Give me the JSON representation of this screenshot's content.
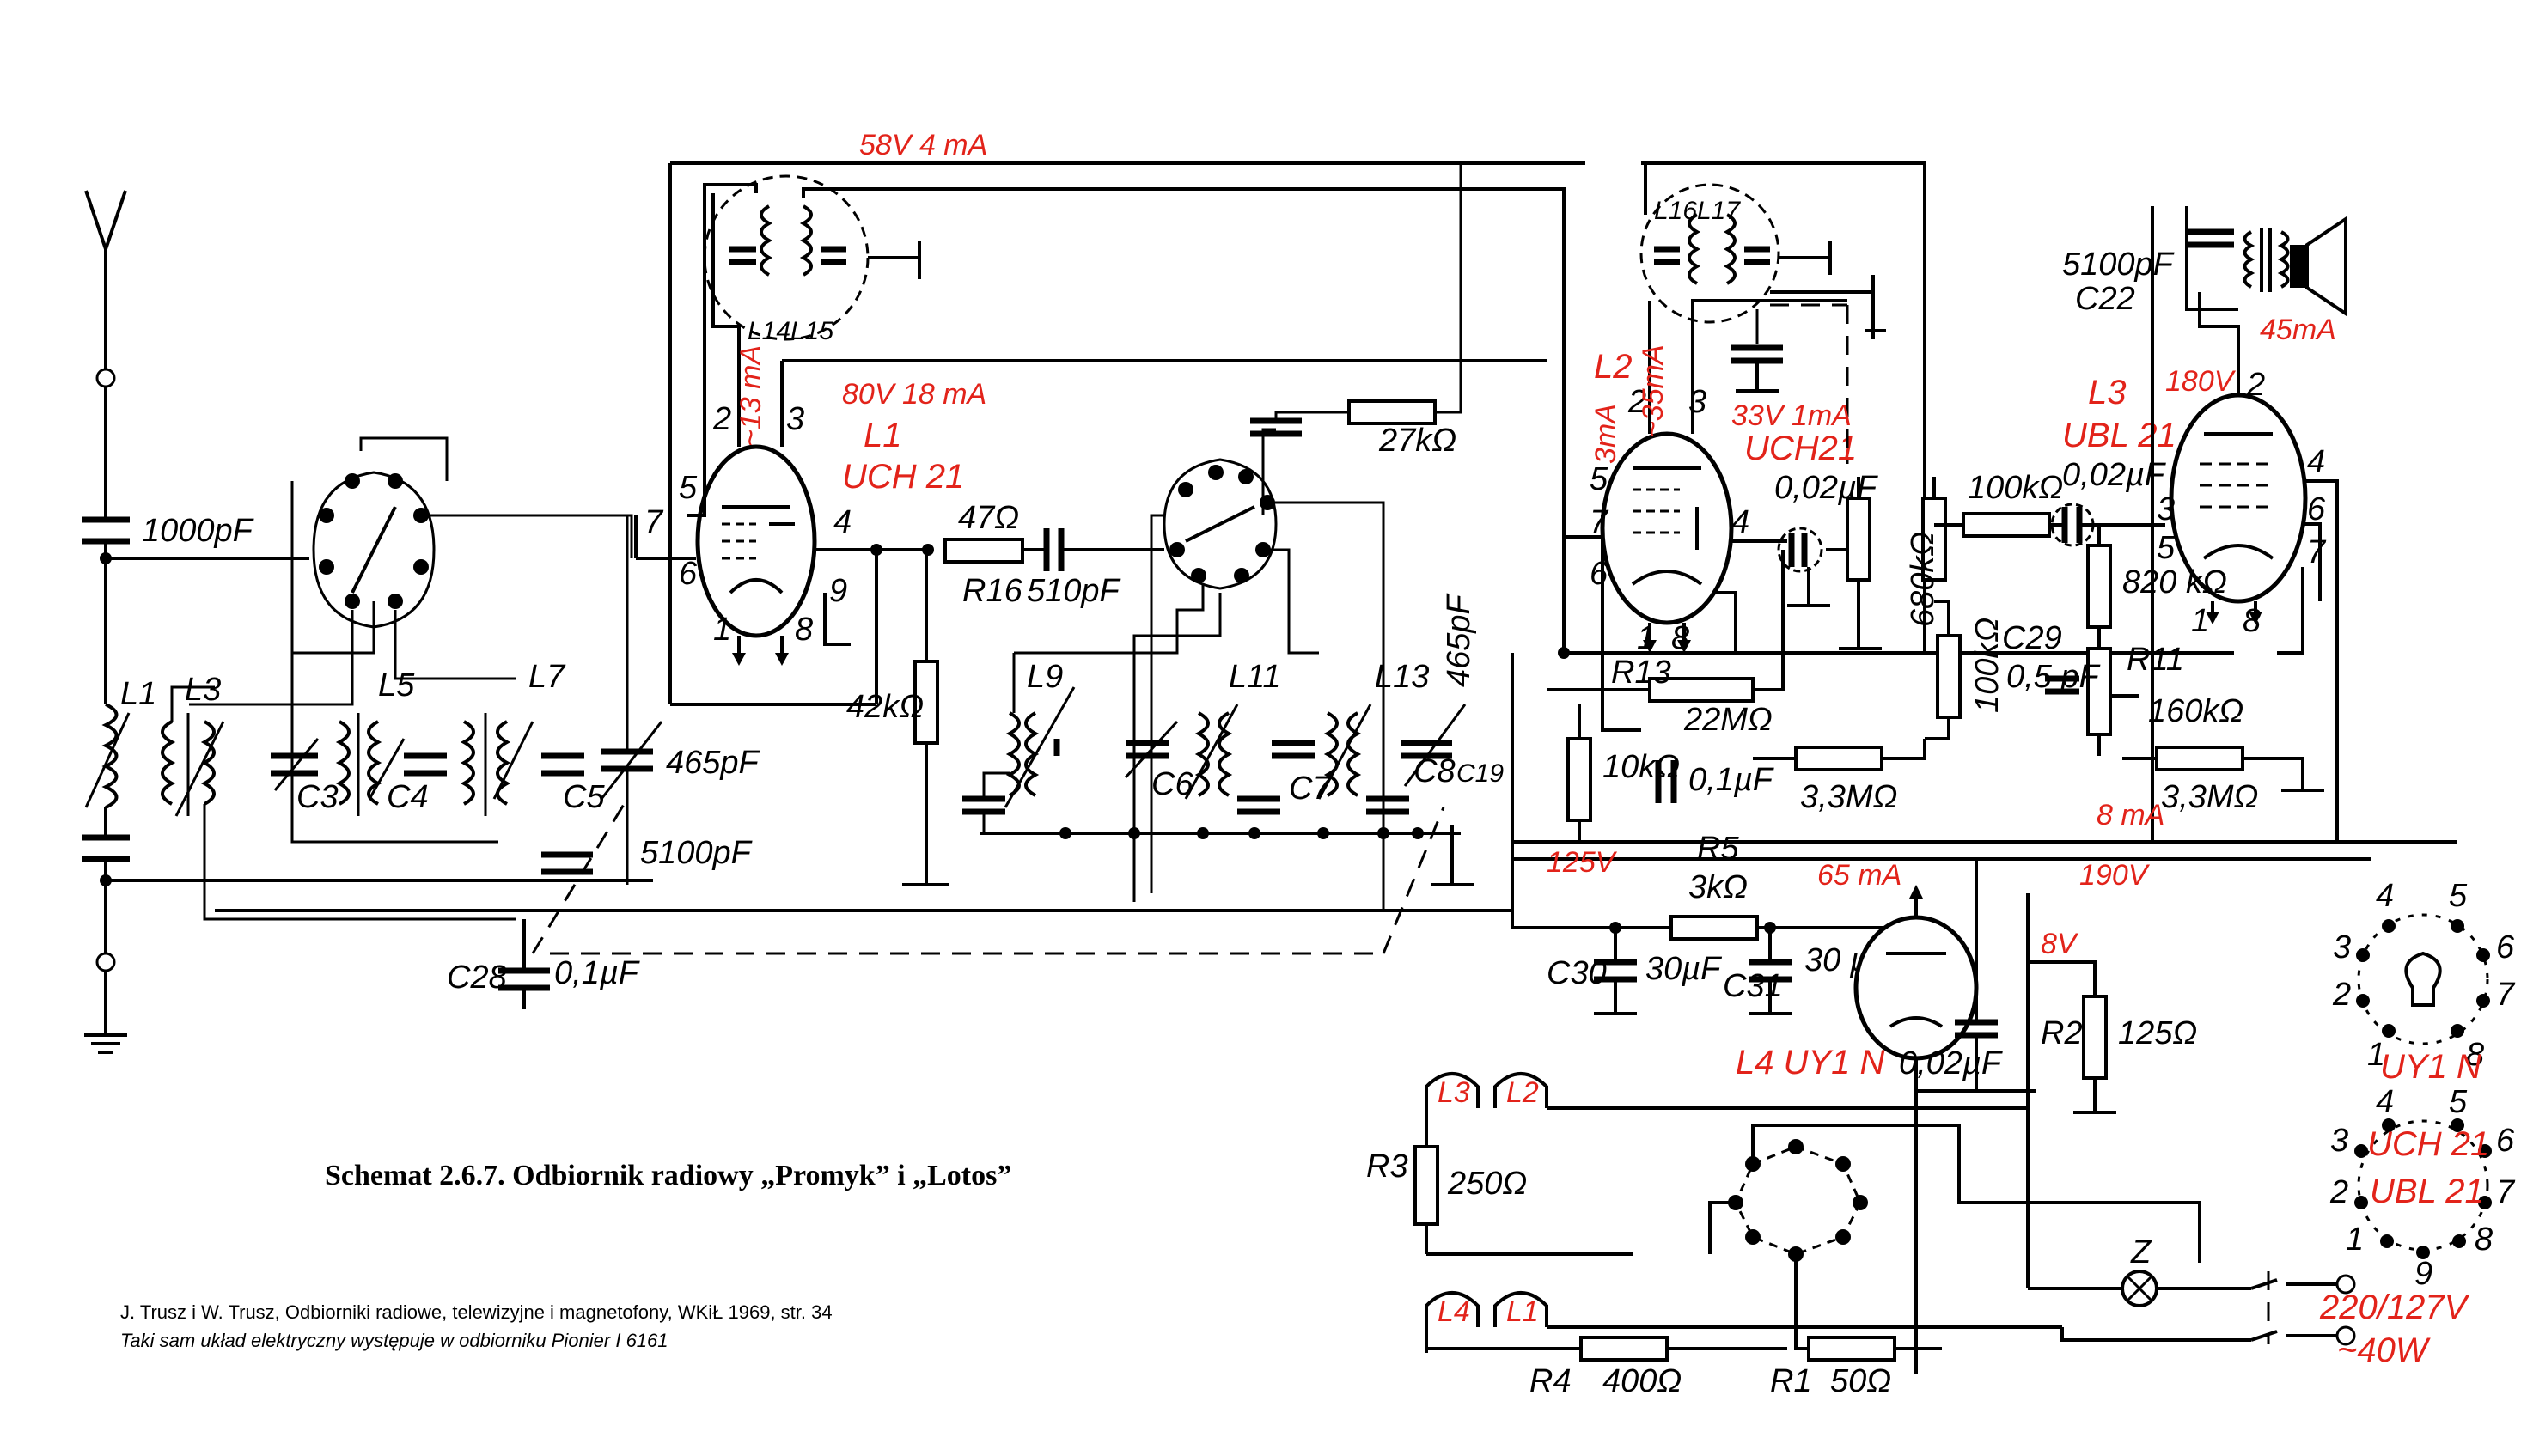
{
  "caption": "Schemat 2.6.7. Odbiornik radiowy „Promyk” i „Lotos”",
  "source_line": "J. Trusz i W. Trusz, Odbiorniki radiowe, telewizyjne i magnetofony, WKiŁ 1969, str. 34",
  "note_line": "Taki sam układ elektryczny występuje w odbiorniku Pionier I 6161",
  "component_labels": {
    "c_1000pf": "1000pF",
    "l1": "L1",
    "l3": "L3",
    "l5": "L5",
    "l7": "L7",
    "c3": "C3",
    "c4": "C4",
    "c5": "C5",
    "c_465pf_a": "465pF",
    "c_5100pf": "5100pF",
    "c28": "C28",
    "c28_val": "0,1µF",
    "r16": "R16",
    "r16_val": "47Ω",
    "c_510pf": "510pF",
    "r_42k": "42kΩ",
    "r_27k": "27kΩ",
    "l9": "L9",
    "l11": "L11",
    "l13": "L13",
    "c6": "C6",
    "c7": "C7",
    "c8": "C8",
    "c19": "C19",
    "c_465pf_b": "465pF",
    "l14": "L14",
    "l15": "L15",
    "l16": "L16",
    "l17": "L17",
    "c_002uf_a": "0,02µF",
    "r_680k": "680kΩ",
    "r13": "R13",
    "r13_val": "22MΩ",
    "r_10k": "10kΩ",
    "c_01uf": "0,1µF",
    "r_33m_a": "3,3MΩ",
    "r_100k_a": "100kΩ",
    "c_002uf_b": "0,02µF",
    "c_5100pf_c22": "5100pF",
    "c22": "C22",
    "r_820k": "820 kΩ",
    "r_100k_b": "100kΩ",
    "c29": "C29",
    "c29_val": "0,5 pF",
    "r11": "R11",
    "r_160k": "160kΩ",
    "r_33m_b": "3,3MΩ",
    "r5": "R5",
    "r5_val": "3kΩ",
    "c30": "C30",
    "c30_val": "30µF",
    "c31": "C31",
    "c31_val": "30 µF",
    "c_002uf_c": "0,02µF",
    "r2": "R2",
    "r2_val": "125Ω",
    "r3": "R3",
    "r3_val": "250Ω",
    "r4": "R4",
    "r4_val": "400Ω",
    "r1": "R1",
    "r1_val": "50Ω",
    "lamp_z": "Z",
    "mains_v": "220/127V",
    "mains_w": "~40W"
  },
  "pin_labels": {
    "l1_pins": [
      "2",
      "3",
      "5",
      "4",
      "7",
      "6",
      "1",
      "8",
      "9"
    ],
    "l2_pins": [
      "2",
      "3",
      "5",
      "7",
      "6",
      "4",
      "1",
      "8"
    ],
    "l3_pins": [
      "2",
      "4",
      "5",
      "6",
      "3",
      "7",
      "1",
      "8"
    ]
  },
  "tube_names": {
    "l1_id": "L1",
    "l1_type": "UCH 21",
    "l2_id": "L2",
    "l2_type": "UCH21",
    "l3_id": "L3",
    "l3_type": "UBL 21",
    "l4_label": "L4  UY1 N"
  },
  "red_annotations": {
    "v58": "58V 4 mA",
    "v80": "80V 18 mA",
    "ma13": "~13 mA",
    "ma3": "3mA",
    "ma35": "~35mA",
    "v33": "33V  1mA",
    "v180": "180V",
    "ma45": "45mA",
    "v125": "125V",
    "ma65": "65 mA",
    "v190": "190V",
    "ma8": "8 mA",
    "v8": "8V",
    "fil_l3": "L3",
    "fil_l2": "L2",
    "fil_l4": "L4",
    "fil_l1": "L1"
  },
  "socket_uy1n": {
    "pins_top": [
      "4",
      "5"
    ],
    "pins_left": [
      "3",
      "2",
      "1"
    ],
    "pins_right": [
      "6",
      "7",
      "8"
    ],
    "label": "UY1 N"
  },
  "socket_uch_ubl": {
    "pins_top": [
      "4",
      "5"
    ],
    "pins_left": [
      "3",
      "2",
      "1"
    ],
    "pins_right": [
      "6",
      "7",
      "8"
    ],
    "pin_bottom": "9",
    "label_a": "UCH 21",
    "label_b": "UBL 21"
  },
  "colors": {
    "ink": "#000000",
    "annotation": "#e2231a",
    "paper": "#ffffff"
  }
}
